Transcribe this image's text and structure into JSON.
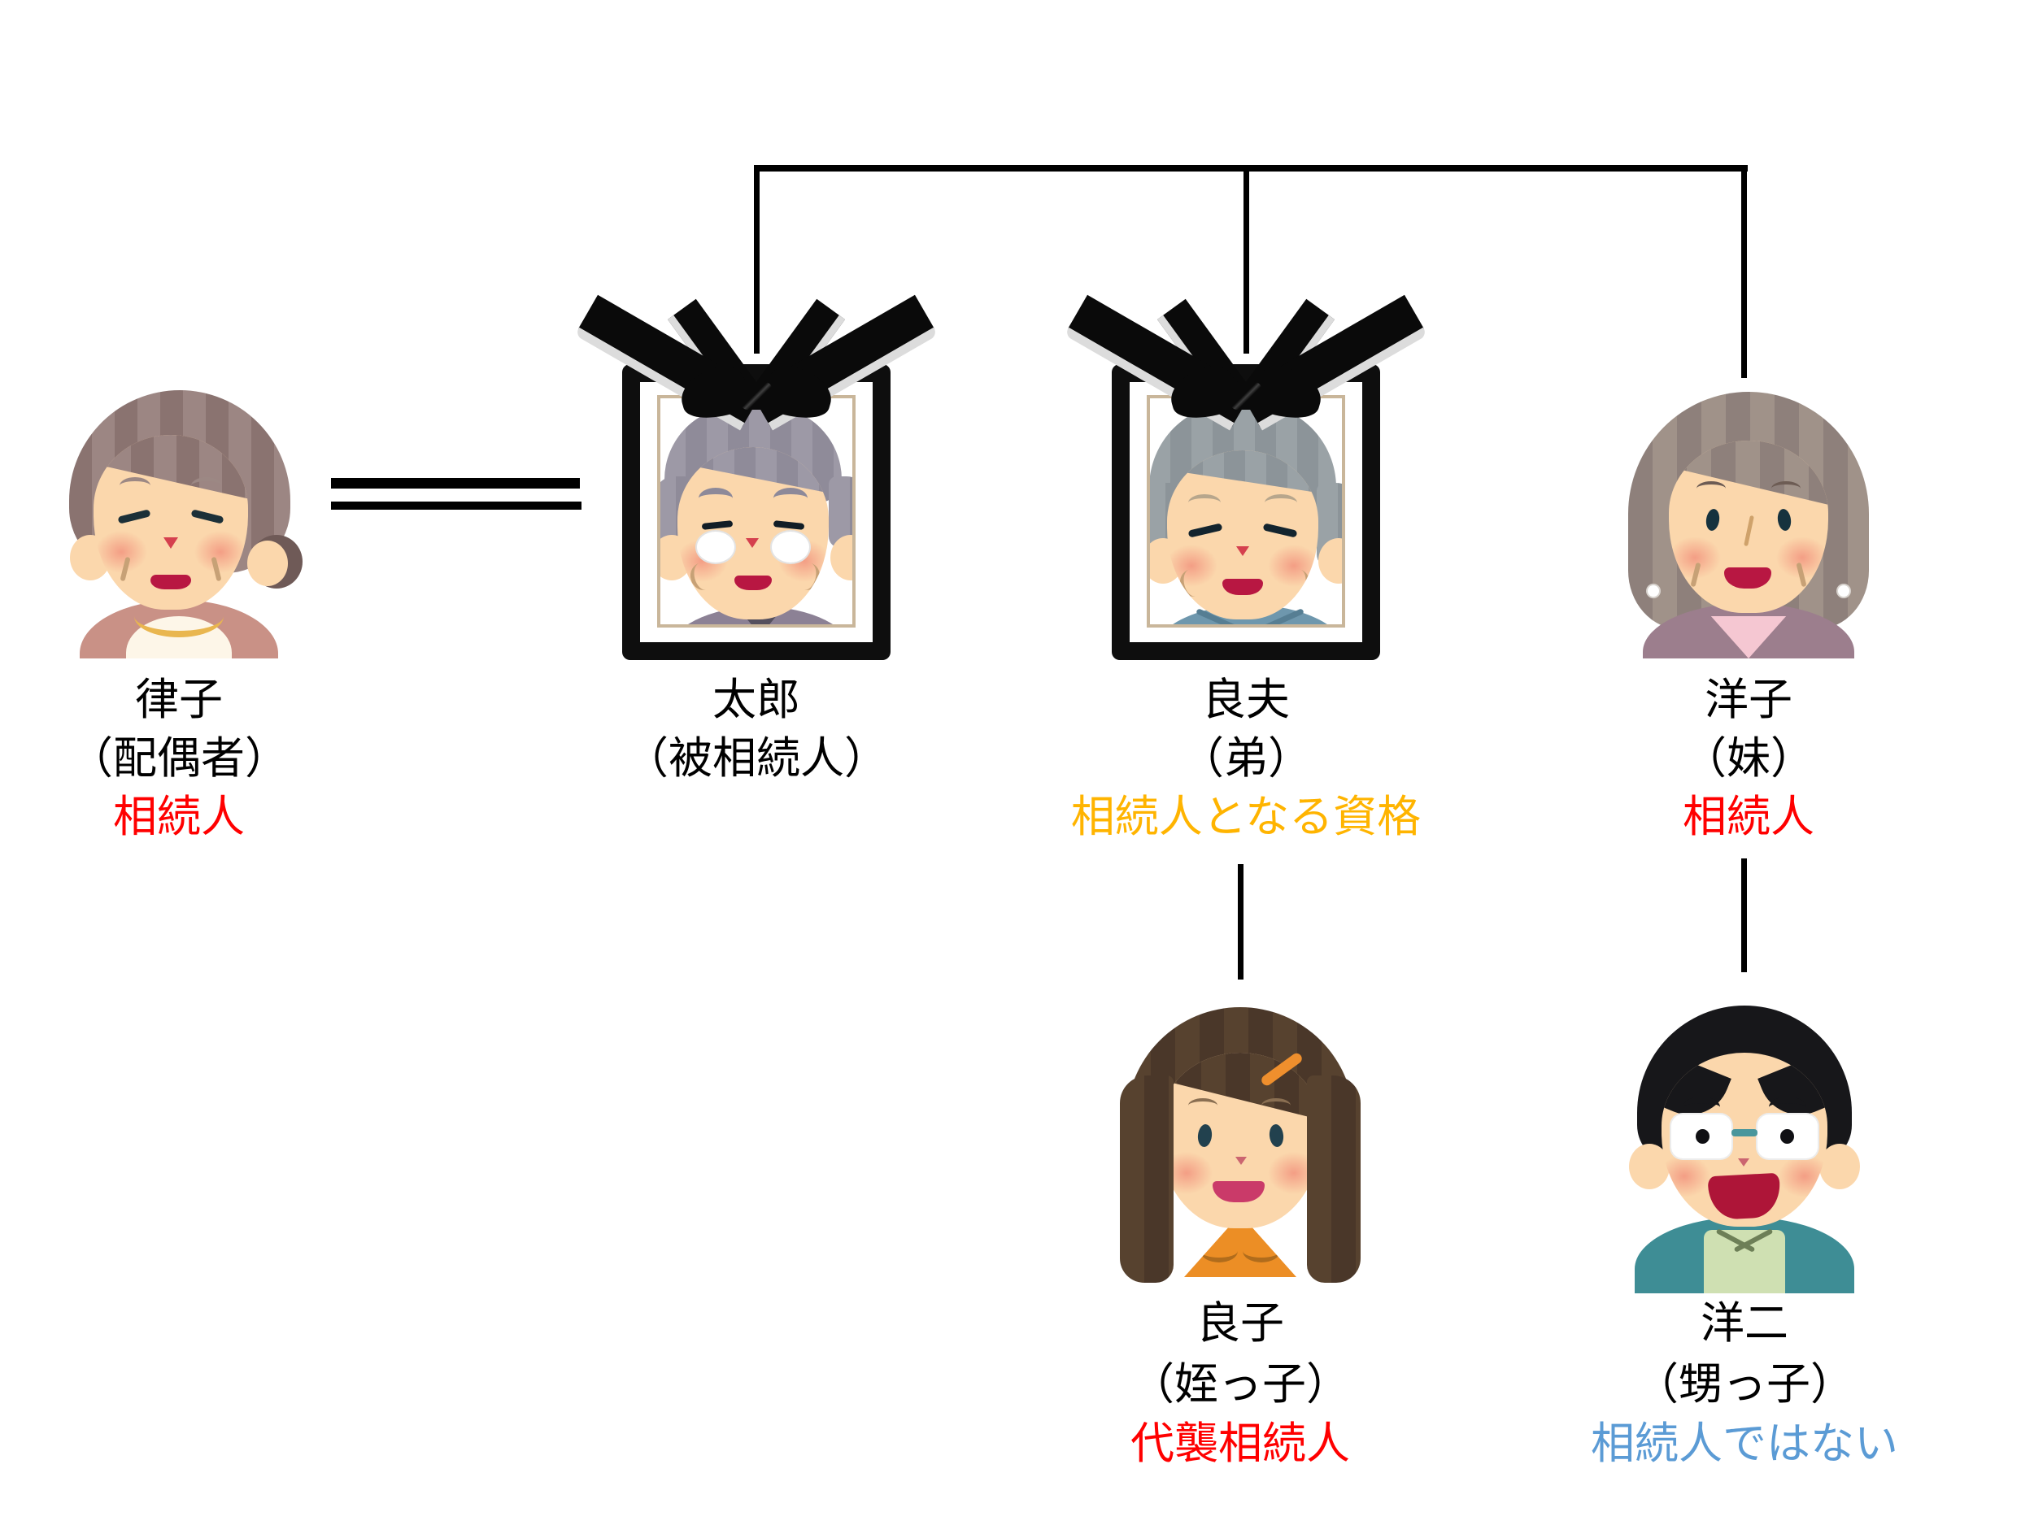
{
  "colors": {
    "status-red": "#ff0000",
    "status-orange": "#ffb400",
    "status-blue": "#5b9bd5",
    "line-black": "#000000"
  },
  "people": [
    {
      "id": "ritsuko",
      "name": "律子",
      "relation": "（配偶者）",
      "status": "相続人",
      "status_color": "red",
      "deceased": false,
      "avatar": "elderly-woman-bun"
    },
    {
      "id": "taro",
      "name": "太郎",
      "relation": "（被相続人）",
      "status": "",
      "status_color": "",
      "deceased": true,
      "avatar": "memorial-elderly-man-glasses"
    },
    {
      "id": "yoshio",
      "name": "良夫",
      "relation": "（弟）",
      "status": "相続人となる資格",
      "status_color": "orange",
      "deceased": true,
      "avatar": "memorial-elderly-man"
    },
    {
      "id": "yoko",
      "name": "洋子",
      "relation": "（妹）",
      "status": "相続人",
      "status_color": "red",
      "deceased": false,
      "avatar": "elderly-woman-bob"
    },
    {
      "id": "ryoko",
      "name": "良子",
      "relation": "（姪っ子）",
      "status": "代襲相続人",
      "status_color": "red",
      "deceased": false,
      "avatar": "young-woman-long-hair"
    },
    {
      "id": "yoji",
      "name": "洋二",
      "relation": "（甥っ子）",
      "status": "相続人ではない",
      "status_color": "blue",
      "deceased": false,
      "avatar": "man-glasses"
    }
  ],
  "connections": {
    "marriage": [
      "律子",
      "太郎"
    ],
    "siblings": [
      "太郎",
      "良夫",
      "洋子"
    ],
    "parent_child": [
      [
        "良夫",
        "良子"
      ],
      [
        "洋子",
        "洋二"
      ]
    ]
  }
}
